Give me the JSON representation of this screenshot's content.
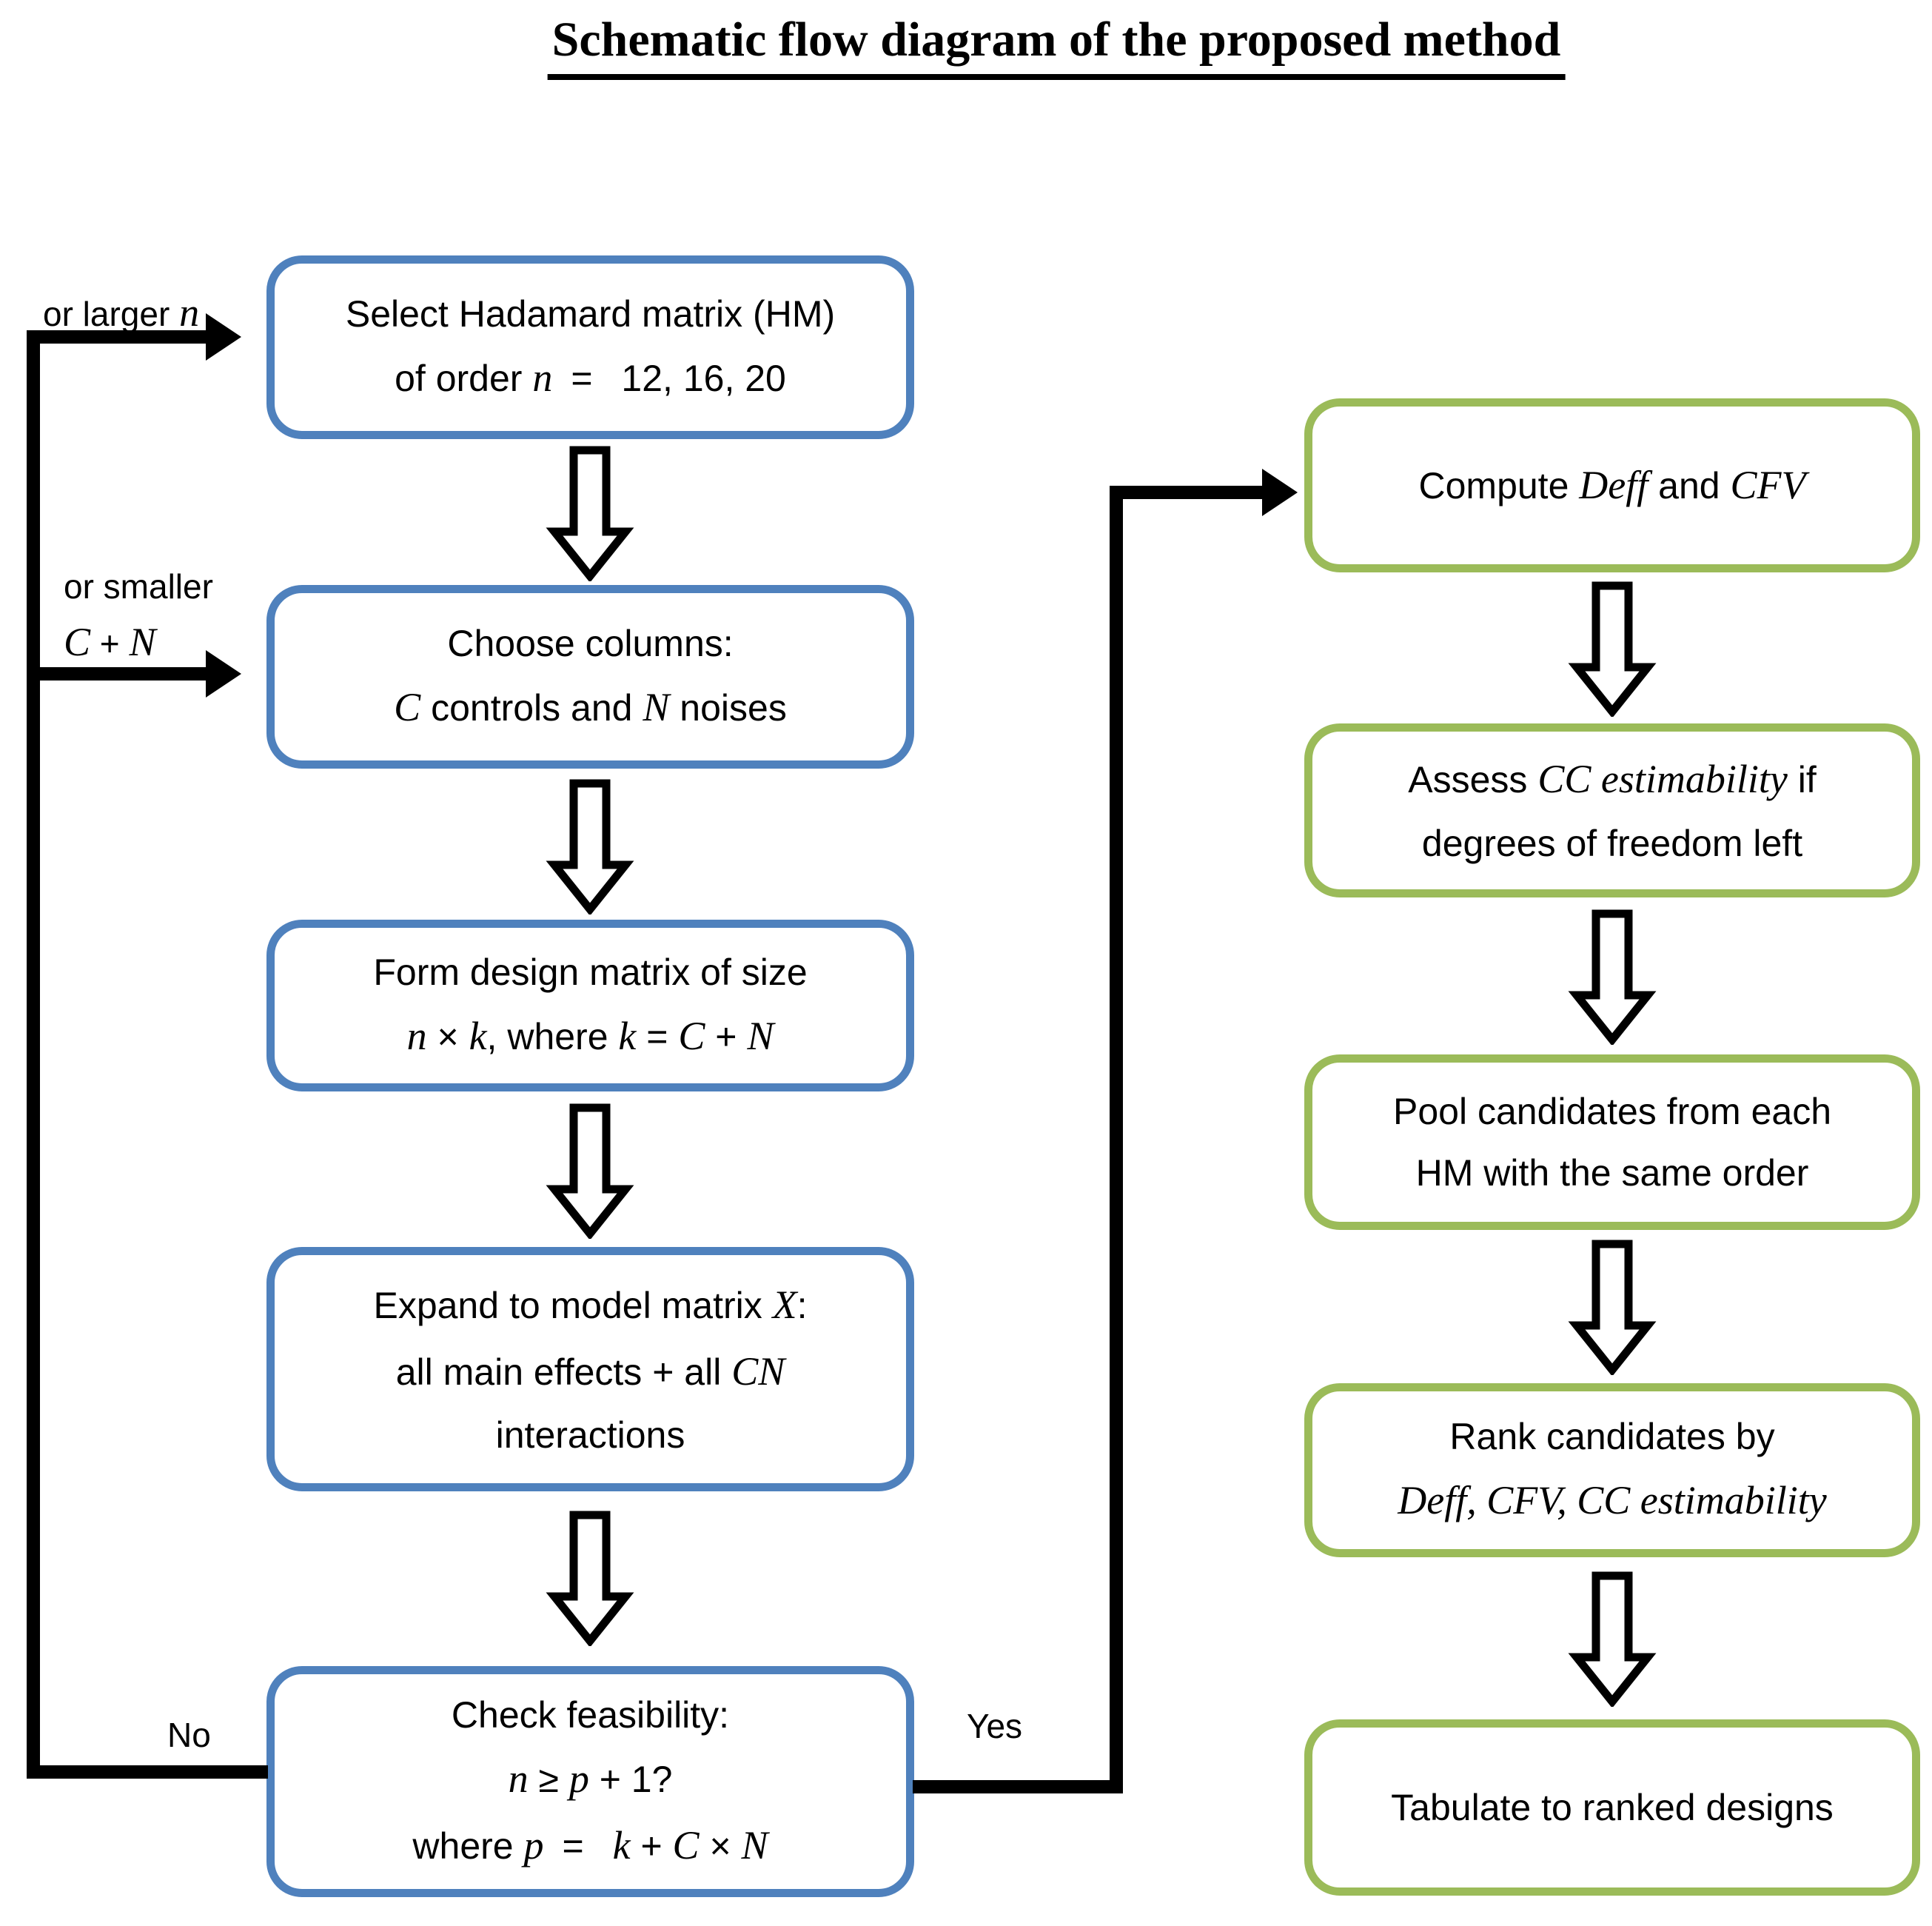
{
  "title": "Schematic flow diagram of the proposed method",
  "colors": {
    "box_blue": "#4f81bd",
    "box_green": "#9bbb59",
    "connector": "#000000"
  },
  "labels": {
    "or_larger": [
      [
        {
          "t": "or larger "
        },
        {
          "t": "n",
          "i": true
        }
      ]
    ],
    "or_smaller": [
      [
        {
          "t": "or smaller"
        }
      ],
      [
        {
          "t": "C",
          "i": true
        },
        {
          "t": " + "
        },
        {
          "t": "N",
          "i": true
        }
      ]
    ],
    "no": "No",
    "yes": "Yes"
  },
  "process_boxes": [
    {
      "key": "select-hadamard",
      "color": "blue",
      "lines": [
        [
          {
            "t": "Select Hadamard matrix (HM)"
          }
        ],
        [
          {
            "t": "of order "
          },
          {
            "t": "n",
            "i": true
          },
          {
            "t": " =  12, 16, 20"
          }
        ]
      ]
    },
    {
      "key": "choose-columns",
      "color": "blue",
      "lines": [
        [
          {
            "t": "Choose columns:"
          }
        ],
        [
          {
            "t": "C",
            "i": true
          },
          {
            "t": " controls and "
          },
          {
            "t": "N",
            "i": true
          },
          {
            "t": " noises"
          }
        ]
      ]
    },
    {
      "key": "form-design-matrix",
      "color": "blue",
      "lines": [
        [
          {
            "t": "Form design matrix of size"
          }
        ],
        [
          {
            "t": "n",
            "i": true
          },
          {
            "t": " × "
          },
          {
            "t": "k",
            "i": true
          },
          {
            "t": ", where "
          },
          {
            "t": "k",
            "i": true
          },
          {
            "t": " = "
          },
          {
            "t": "C",
            "i": true
          },
          {
            "t": " + "
          },
          {
            "t": "N",
            "i": true
          }
        ]
      ]
    },
    {
      "key": "expand-model-matrix",
      "color": "blue",
      "lines": [
        [
          {
            "t": "Expand to model matrix "
          },
          {
            "t": "X",
            "i": true
          },
          {
            "t": ":"
          }
        ],
        [
          {
            "t": "all main effects + all "
          },
          {
            "t": "CN",
            "i": true
          }
        ],
        [
          {
            "t": "interactions"
          }
        ]
      ]
    },
    {
      "key": "check-feasibility",
      "color": "blue",
      "lines": [
        [
          {
            "t": "Check feasibility:"
          }
        ],
        [
          {
            "t": "n",
            "i": true
          },
          {
            "t": " ≥ "
          },
          {
            "t": "p",
            "i": true
          },
          {
            "t": " + 1?"
          }
        ],
        [
          {
            "t": "where "
          },
          {
            "t": "p",
            "i": true
          },
          {
            "t": " =  "
          },
          {
            "t": "k",
            "i": true
          },
          {
            "t": " + "
          },
          {
            "t": "C",
            "i": true
          },
          {
            "t": " × "
          },
          {
            "t": "N",
            "i": true
          }
        ]
      ]
    },
    {
      "key": "compute-deff-cfv",
      "color": "green",
      "lines": [
        [
          {
            "t": "Compute "
          },
          {
            "t": "Deff",
            "i": true
          },
          {
            "t": " and "
          },
          {
            "t": "CFV",
            "i": true
          }
        ]
      ]
    },
    {
      "key": "assess-cc-estimability",
      "color": "green",
      "lines": [
        [
          {
            "t": "Assess "
          },
          {
            "t": "CC estimability",
            "i": true
          },
          {
            "t": " if"
          }
        ],
        [
          {
            "t": "degrees of freedom left"
          }
        ]
      ]
    },
    {
      "key": "pool-candidates",
      "color": "green",
      "lines": [
        [
          {
            "t": "Pool candidates from each"
          }
        ],
        [
          {
            "t": "HM with the same order"
          }
        ]
      ]
    },
    {
      "key": "rank-candidates",
      "color": "green",
      "lines": [
        [
          {
            "t": "Rank candidates by"
          }
        ],
        [
          {
            "t": "Deff, CFV, CC estimability",
            "i": true
          }
        ]
      ]
    },
    {
      "key": "tabulate-designs",
      "color": "green",
      "lines": [
        [
          {
            "t": "Tabulate to ranked designs"
          }
        ]
      ]
    }
  ]
}
